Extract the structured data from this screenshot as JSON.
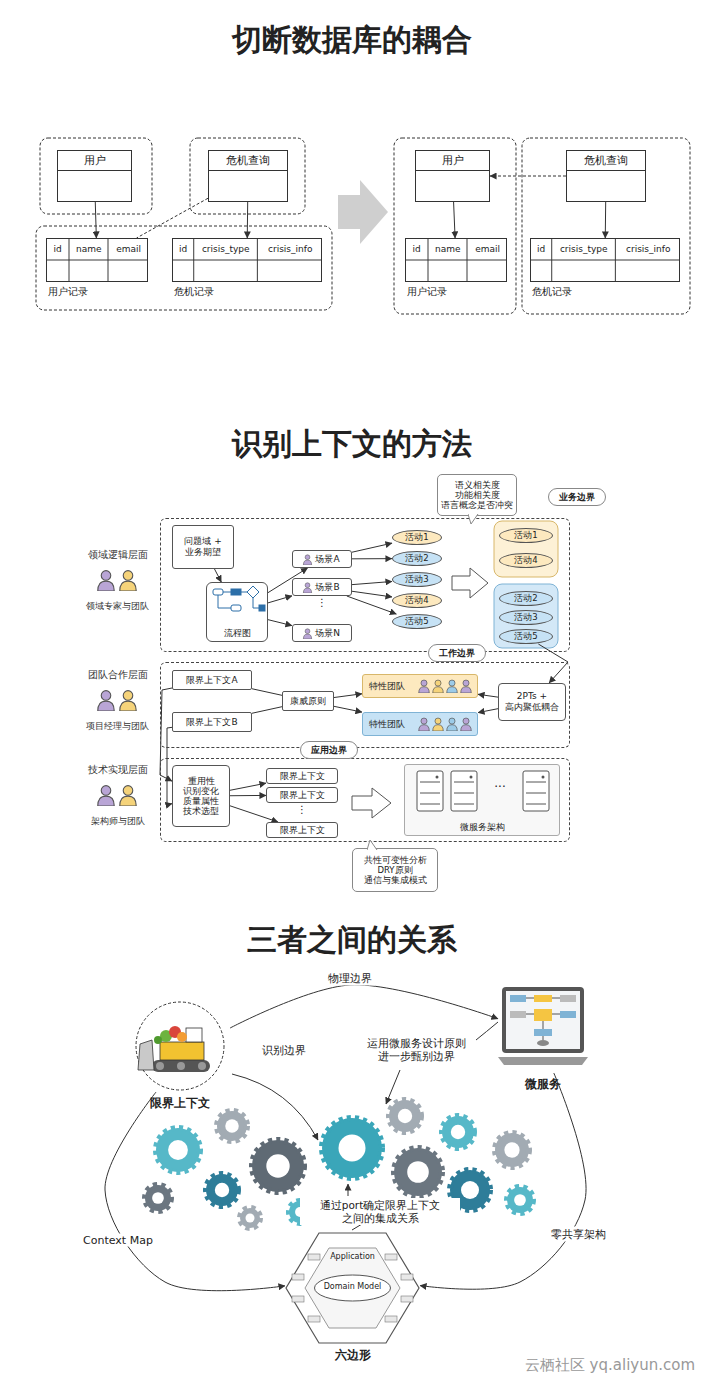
{
  "diagram": {
    "title": "切断数据库的耦合",
    "nodes": [
      {
        "text": [
          "用户"
        ]
      },
      {
        "text": [
          "危机查询"
        ]
      },
      {
        "text": [
          "id",
          "name",
          "email",
          "用户记录"
        ]
      },
      {
        "text": [
          "id",
          "crisis_type",
          "crisis_info",
          "危机记录"
        ]
      },
      {
        "text": [
          "用户"
        ]
      },
      {
        "text": [
          "危机查询"
        ]
      },
      {
        "text": [
          "id",
          "name",
          "email",
          "用户记录"
        ]
      },
      {
        "text": [
          "id",
          "crisis_type",
          "crisis_info",
          "危机记录"
        ]
      },
      {
        "text": [
          "领域逻辑层面",
          "领域专家与团队"
        ]
      },
      {
        "text": [
          "问题域 + 业务期望"
        ],
        "in": 8
      },
      {
        "text": [
          "流程图"
        ],
        "in": 8
      },
      {
        "text": [
          "场景A"
        ],
        "in": 8
      },
      {
        "text": [
          "场景B"
        ],
        "in": 8
      },
      {
        "text": [
          "场景N"
        ],
        "in": 8
      },
      {
        "text": [
          "活动1"
        ],
        "in": 8
      },
      {
        "text": [
          "活动2"
        ],
        "in": 8
      },
      {
        "text": [
          "活动3"
        ],
        "in": 8
      },
      {
        "text": [
          "活动4"
        ],
        "in": 8
      },
      {
        "text": [
          "活动5"
        ],
        "in": 8
      },
      {
        "text": [
          "语义相关度 功能相关度 语言概念是否冲突"
        ]
      },
      {
        "text": [
          "业务边界"
        ]
      },
      {
        "text": [
          "活动1"
        ],
        "in": 8
      },
      {
        "text": [
          "活动4"
        ],
        "in": 8
      },
      {
        "text": [
          "活动2"
        ],
        "in": 8
      },
      {
        "text": [
          "活动3"
        ],
        "in": 8
      },
      {
        "text": [
          "活动5"
        ],
        "in": 8
      },
      {
        "text": [
          "团队合作层面",
          "项目经理与团队"
        ]
      },
      {
        "text": [
          "限界上下文A"
        ],
        "in": 26
      },
      {
        "text": [
          "限界上下文B"
        ],
        "in": 26
      },
      {
        "text": [
          "康威原则"
        ],
        "in": 26
      },
      {
        "text": [
          "特性团队"
        ],
        "in": 26
      },
      {
        "text": [
          "特性团队"
        ],
        "in": 26
      },
      {
        "text": [
          "2PTs + 高内聚低耦合"
        ],
        "in": 26
      },
      {
        "text": [
          "工作边界"
        ]
      },
      {
        "text": [
          "技术实现层面",
          "架构师与团队"
        ]
      },
      {
        "text": [
          "重用性 识别变化 质量属性 技术选型"
        ],
        "in": 34
      },
      {
        "text": [
          "限界上下文"
        ],
        "in": 34
      },
      {
        "text": [
          "限界上下文"
        ],
        "in": 34
      },
      {
        "text": [
          "限界上下文"
        ],
        "in": 34
      },
      {
        "text": [
          "微服务架构"
        ],
        "in": 34
      },
      {
        "text": [
          "应用边界"
        ]
      },
      {
        "text": [
          "共性可变性分析 DRY原则 通信与集成模式"
        ]
      },
      {
        "text": [
          "限界上下文"
        ]
      },
      {
        "text": [
          "微服务"
        ]
      },
      {
        "text": [
          "Application",
          "Domain Model",
          "六边形"
        ]
      }
    ],
    "edges": [
      {
        "from": 0,
        "to": 2,
        "arrow": "to"
      },
      {
        "from": 1,
        "to": 3,
        "arrow": "to"
      },
      {
        "from": 1,
        "to": 2,
        "arrow": "none"
      },
      {
        "from": 4,
        "to": 6,
        "arrow": "to"
      },
      {
        "from": 5,
        "to": 7,
        "arrow": "to"
      },
      {
        "from": 5,
        "to": 4,
        "arrow": "to"
      },
      {
        "from": 9,
        "to": 10,
        "arrow": "to"
      },
      {
        "from": 10,
        "to": 11,
        "arrow": "to"
      },
      {
        "from": 10,
        "to": 12,
        "arrow": "to"
      },
      {
        "from": 10,
        "to": 13,
        "arrow": "to"
      },
      {
        "from": 11,
        "to": 14,
        "arrow": "to"
      },
      {
        "from": 11,
        "to": 15,
        "arrow": "to"
      },
      {
        "from": 12,
        "to": 16,
        "arrow": "to"
      },
      {
        "from": 12,
        "to": 17,
        "arrow": "to"
      },
      {
        "from": 12,
        "to": 18,
        "arrow": "to"
      },
      {
        "from": 25,
        "to": 32,
        "arrow": "to"
      },
      {
        "from": 27,
        "to": 29,
        "arrow": "none"
      },
      {
        "from": 28,
        "to": 29,
        "arrow": "none"
      },
      {
        "from": 29,
        "to": 30,
        "arrow": "to"
      },
      {
        "from": 29,
        "to": 31,
        "arrow": "to"
      },
      {
        "from": 32,
        "to": 30,
        "arrow": "to"
      },
      {
        "from": 32,
        "to": 31,
        "arrow": "to"
      },
      {
        "from": 27,
        "to": 35,
        "arrow": "to"
      },
      {
        "from": 28,
        "to": 35,
        "arrow": "to"
      },
      {
        "from": 35,
        "to": 36,
        "arrow": "to"
      },
      {
        "from": 35,
        "to": 37,
        "arrow": "to"
      },
      {
        "from": 35,
        "to": 38,
        "arrow": "to"
      },
      {
        "from": 42,
        "to": 43,
        "label": "物理边界",
        "arrow": "to"
      },
      {
        "from": 42,
        "to": 44,
        "label": "Context Map",
        "arrow": "to"
      },
      {
        "from": 43,
        "to": 44,
        "label": "零共享架构",
        "arrow": "to"
      }
    ],
    "labels": [
      "识别上下文的方法",
      "三者之间的关系",
      "⋮",
      "⋮",
      "···",
      "识别边界",
      "运用微服务设计原则 进一步甄别边界",
      "通过port确定限界上下文 之间的集成关系",
      "云栖社区 yq.aliyun.com"
    ]
  }
}
